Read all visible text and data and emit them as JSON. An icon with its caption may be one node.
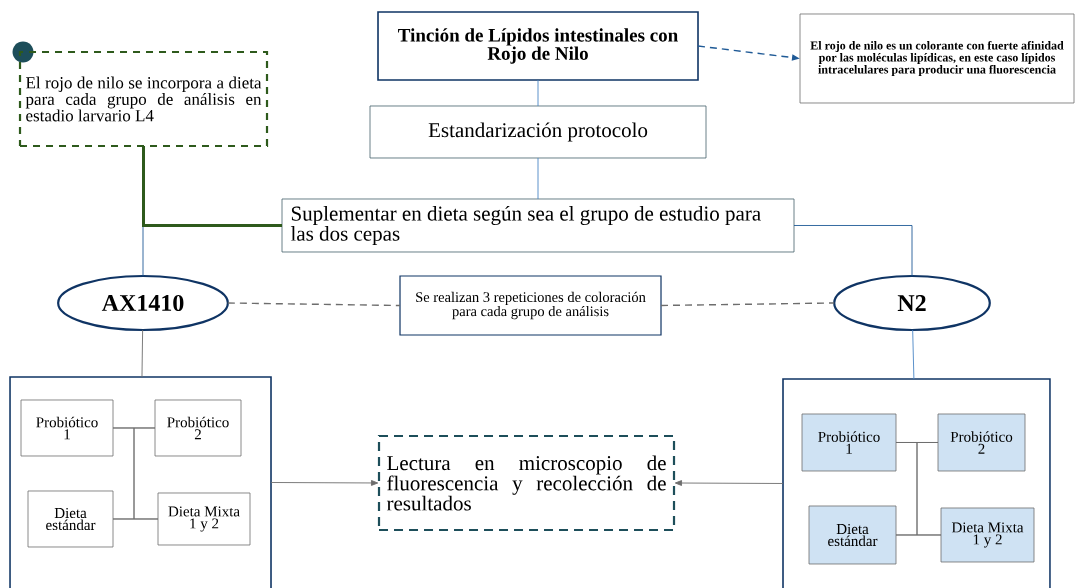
{
  "diagram": {
    "nodes": [
      {
        "text": [
          "Tinción de Lípidos intestinales con Rojo de Nilo"
        ]
      },
      {
        "text": [
          "El rojo de nilo es un colorante con fuerte afinidad por las moléculas lipídicas, en este caso lípidos intracelulares para producir una fluorescencia"
        ]
      },
      {
        "text": [
          "El rojo de nilo se incorpora a dieta para cada grupo de análisis en estadio larvario L4"
        ]
      },
      {
        "text": [
          "Estandarización protocolo"
        ]
      },
      {
        "text": [
          "Suplementar en dieta según sea el grupo de estudio para las dos cepas"
        ]
      },
      {
        "text": [
          "AX1410"
        ]
      },
      {
        "text": [
          "Se realizan 3 repeticiones de coloración para cada grupo de análisis"
        ]
      },
      {
        "text": [
          "N2"
        ]
      },
      {
        "text": [],
        "shape": "box"
      },
      {
        "text": [
          "Probiótico 1"
        ],
        "in": 8
      },
      {
        "text": [
          "Probiótico 2"
        ],
        "in": 8
      },
      {
        "text": [
          "Dieta estándar"
        ],
        "in": 8
      },
      {
        "text": [
          "Dieta Mixta 1 y 2"
        ],
        "in": 8
      },
      {
        "text": [
          "Lectura en microscopio de fluorescencia y recolección de resultados"
        ]
      },
      {
        "text": [],
        "shape": "box"
      },
      {
        "text": [
          "Probiótico 1"
        ],
        "in": 14
      },
      {
        "text": [
          "Probiótico 2"
        ],
        "in": 14
      },
      {
        "text": [
          "Dieta estándar"
        ],
        "in": 14
      },
      {
        "text": [
          "Dieta Mixta 1 y 2"
        ],
        "in": 14
      }
    ],
    "edges": [
      {
        "from": 0,
        "to": 1,
        "arrow": "to",
        "style": "dashed",
        "color": "#1f5a96"
      },
      {
        "from": 0,
        "to": 3,
        "arrow": "none",
        "color": "#4a86c5"
      },
      {
        "from": 3,
        "to": 4,
        "arrow": "none",
        "color": "#4a86c5"
      },
      {
        "from": 2,
        "to": 4,
        "arrow": "none",
        "style": "thick",
        "color": "#2e5a1c"
      },
      {
        "from": 4,
        "to": 5,
        "arrow": "none",
        "color": "#1f5a96"
      },
      {
        "from": 4,
        "to": 7,
        "arrow": "none",
        "color": "#1f5a96"
      },
      {
        "from": 5,
        "to": 6,
        "arrow": "none",
        "style": "dashed"
      },
      {
        "from": 6,
        "to": 7,
        "arrow": "none",
        "style": "dashed"
      },
      {
        "from": 5,
        "to": 8,
        "arrow": "none"
      },
      {
        "from": 7,
        "to": 14,
        "arrow": "none",
        "color": "#4a86c5"
      },
      {
        "from": 8,
        "to": 13,
        "arrow": "to"
      },
      {
        "from": 14,
        "to": 13,
        "arrow": "to"
      },
      {
        "from": 9,
        "to": 10,
        "arrow": "none"
      },
      {
        "from": 11,
        "to": 12,
        "arrow": "none"
      },
      {
        "from": 9,
        "to": 11,
        "arrow": "none"
      },
      {
        "from": 10,
        "to": 12,
        "arrow": "none"
      },
      {
        "from": 15,
        "to": 16,
        "arrow": "none"
      },
      {
        "from": 17,
        "to": 18,
        "arrow": "none"
      },
      {
        "from": 15,
        "to": 17,
        "arrow": "none"
      },
      {
        "from": 16,
        "to": 18,
        "arrow": "none"
      }
    ]
  }
}
